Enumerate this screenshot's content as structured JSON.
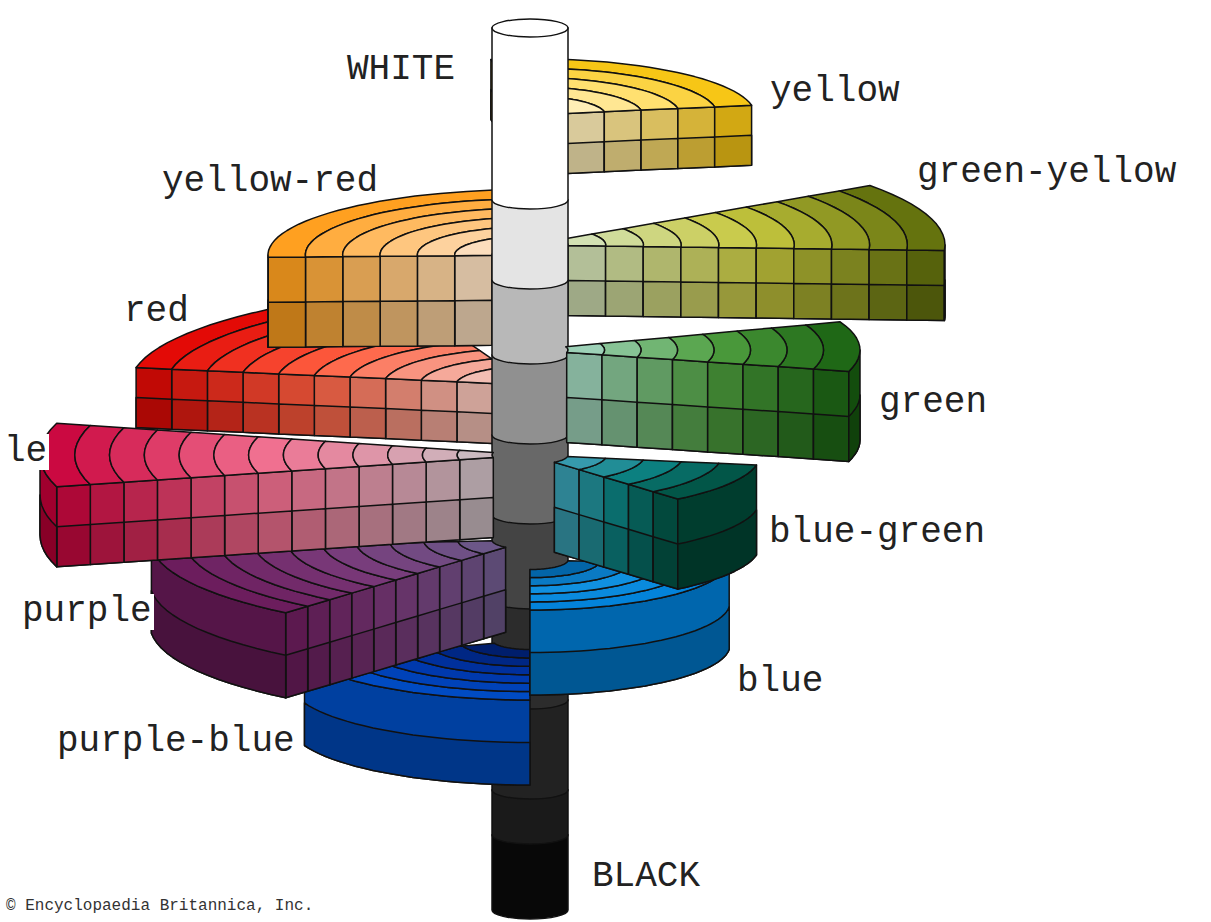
{
  "diagram": {
    "labels": [
      "WHITE",
      "yellow",
      "green-yellow",
      "yellow-red",
      "red",
      "green",
      "le",
      "blue-green",
      "purple",
      "blue",
      "purple-blue",
      "BLACK",
      "© Encyclopaedia Britannica, Inc."
    ]
  }
}
